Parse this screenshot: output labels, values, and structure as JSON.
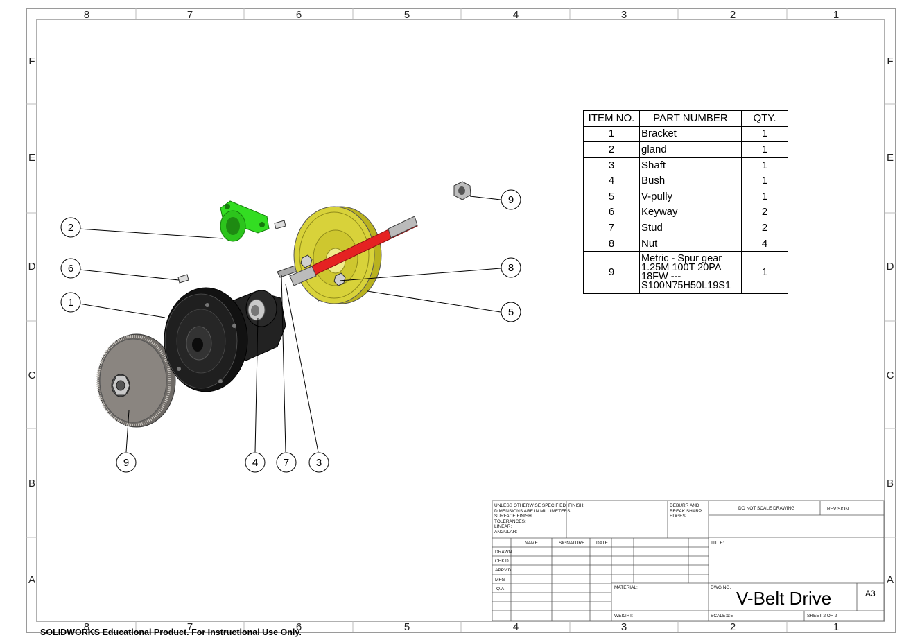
{
  "zones": {
    "columns": [
      "8",
      "7",
      "6",
      "5",
      "4",
      "3",
      "2",
      "1"
    ],
    "rows": [
      "F",
      "E",
      "D",
      "C",
      "B",
      "A"
    ]
  },
  "bom": {
    "headers": [
      "ITEM NO.",
      "PART NUMBER",
      "QTY."
    ],
    "rows": [
      {
        "item": "1",
        "part": "Bracket",
        "qty": "1"
      },
      {
        "item": "2",
        "part": "gland",
        "qty": "1"
      },
      {
        "item": "3",
        "part": "Shaft",
        "qty": "1"
      },
      {
        "item": "4",
        "part": "Bush",
        "qty": "1"
      },
      {
        "item": "5",
        "part": "V-pully",
        "qty": "1"
      },
      {
        "item": "6",
        "part": "Keyway",
        "qty": "2"
      },
      {
        "item": "7",
        "part": "Stud",
        "qty": "2"
      },
      {
        "item": "8",
        "part": "Nut",
        "qty": "4"
      },
      {
        "item": "9",
        "part": "Metric - Spur gear 1.25M 100T 20PA 18FW --- S100N75H50L19S1",
        "part_lines": [
          "Metric - Spur gear",
          "1.25M 100T 20PA",
          "18FW ---",
          "S100N75H50L19S1"
        ],
        "qty": "1"
      }
    ]
  },
  "balloons": [
    "2",
    "6",
    "1",
    "9",
    "4",
    "7",
    "3",
    "9",
    "8",
    "5"
  ],
  "colors": {
    "gland": "#33dd22",
    "pulley": "#d8d23a",
    "shaft": "#e52222",
    "bracket": "#1a1a1a",
    "gear": "#8a8580"
  },
  "title_block": {
    "general_notes": "UNLESS OTHERWISE SPECIFIED:\nDIMENSIONS ARE IN MILLIMETERS\nSURFACE FINISH:\nTOLERANCES:\n   LINEAR:\n   ANGULAR:",
    "finish": "FINISH:",
    "deburr": "DEBURR AND\nBREAK SHARP\nEDGES",
    "do_not_scale": "DO NOT SCALE DRAWING",
    "revision": "REVISION",
    "col_name": "NAME",
    "col_signature": "SIGNATURE",
    "col_date": "DATE",
    "title_label": "TITLE:",
    "drawn": "DRAWN",
    "chkd": "CHK'D",
    "appvd": "APPV'D",
    "mfg": "MFG",
    "qa": "Q.A",
    "material": "MATERIAL:",
    "dwg_no": "DWG NO.",
    "dwg_title": "V-Belt Drive",
    "size": "A3",
    "weight": "WEIGHT:",
    "scale": "SCALE:1:5",
    "sheet": "SHEET 2 OF 2"
  },
  "watermark": "SOLIDWORKS Educational Product. For Instructional Use Only."
}
